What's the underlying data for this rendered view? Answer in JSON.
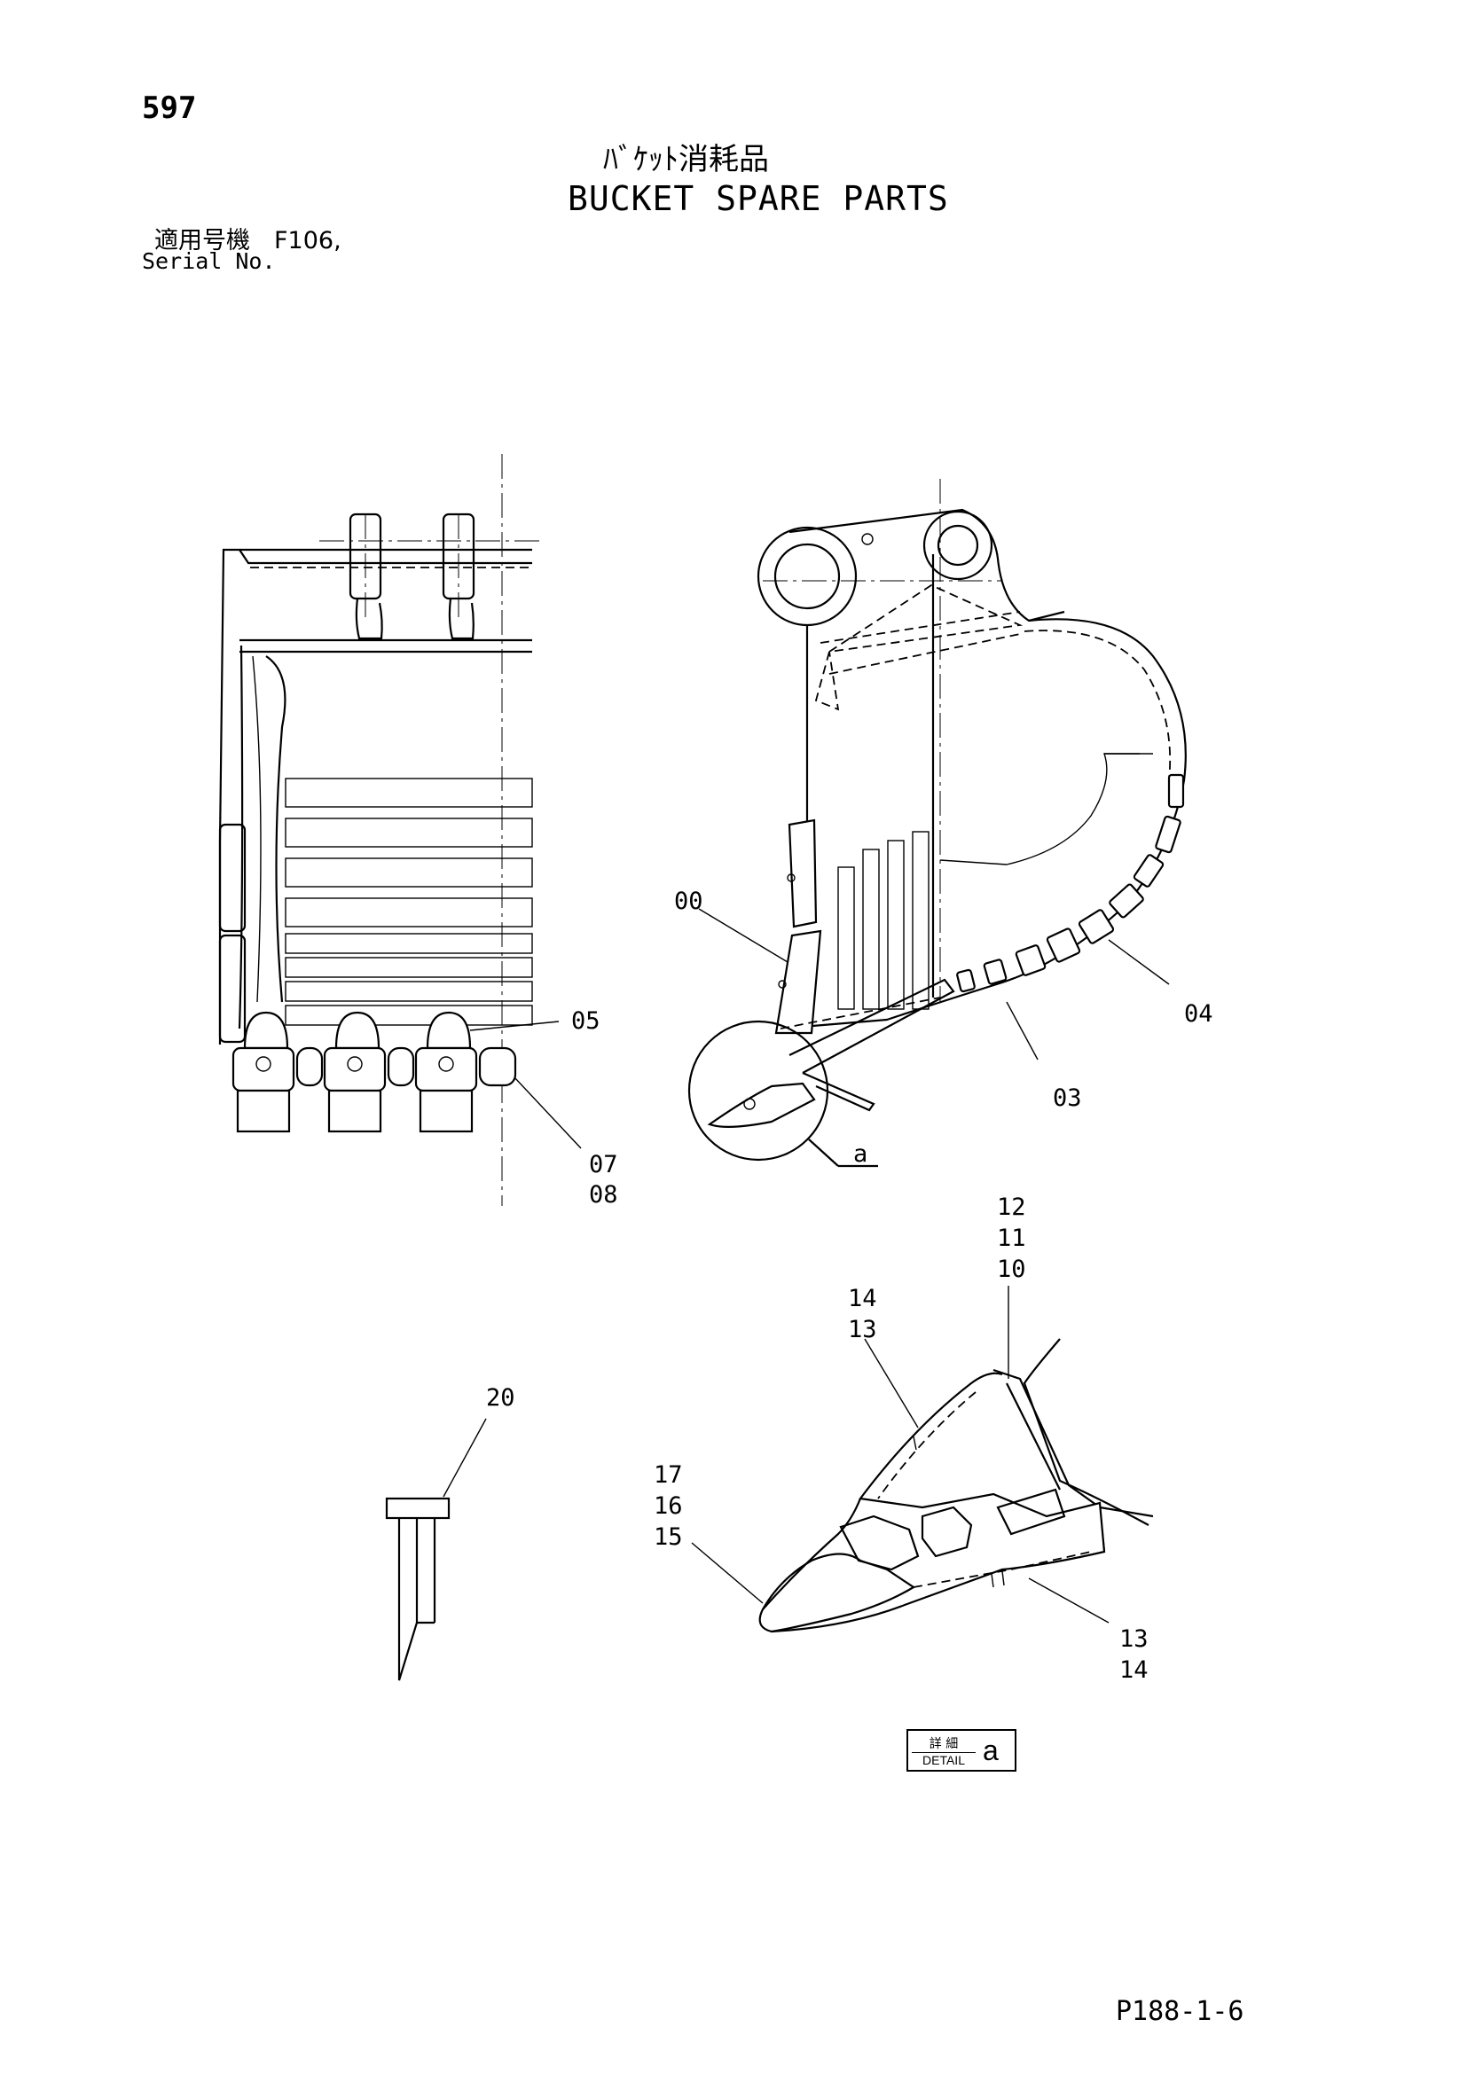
{
  "header": {
    "page_number": "597",
    "title_jp": "ﾊﾞｹｯﾄ消耗品",
    "title_en": "BUCKET SPARE PARTS",
    "serial_jp": "適用号機　F106,",
    "serial_en": "Serial No."
  },
  "callouts": {
    "c00": "00",
    "c03": "03",
    "c04": "04",
    "c05": "05",
    "c07": "07",
    "c08": "08",
    "c10": "10",
    "c11": "11",
    "c12": "12",
    "c13a": "13",
    "c14a": "14",
    "c13b": "13",
    "c14b": "14",
    "c15": "15",
    "c16": "16",
    "c17": "17",
    "c20": "20",
    "detail_ref": "a"
  },
  "detail_box": {
    "label_jp": "詳 細",
    "label_en": "DETAIL",
    "letter": "a"
  },
  "footer": {
    "code": "P188-1-6"
  }
}
